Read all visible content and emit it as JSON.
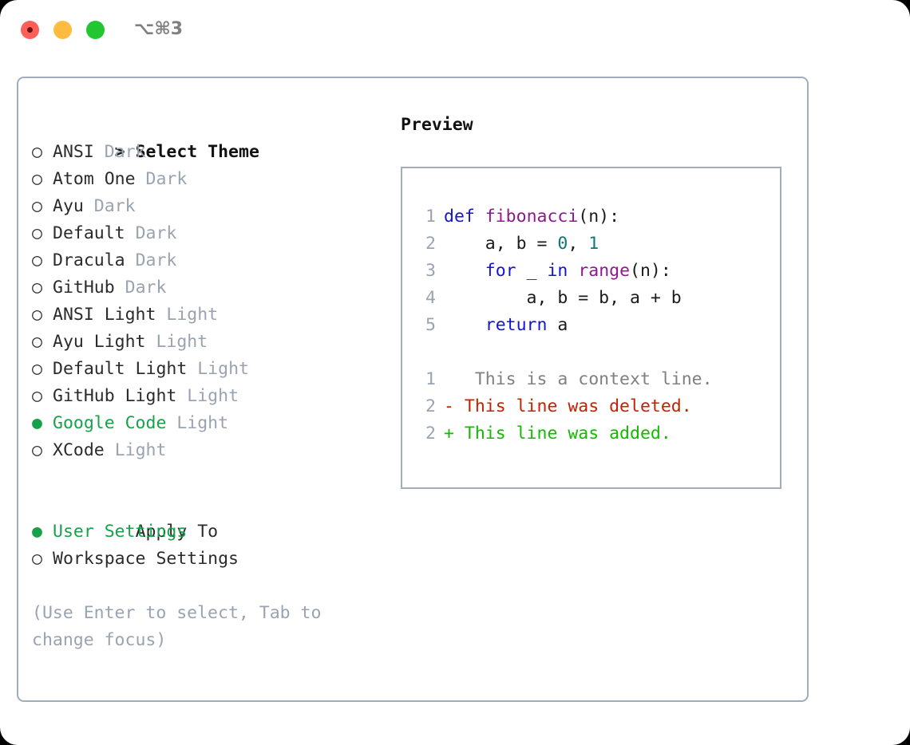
{
  "titlebar": {
    "shortcut": "⌥⌘3",
    "buttons": [
      {
        "name": "close",
        "color": "#fc6058"
      },
      {
        "name": "minimize",
        "color": "#fdbc40"
      },
      {
        "name": "maximize",
        "color": "#23c530"
      }
    ]
  },
  "theme_list": {
    "header_marker": ">",
    "header_label": "Select Theme",
    "marker_selected": "●",
    "marker_unselected": "○",
    "items": [
      {
        "name": "ANSI",
        "variant": "Dark",
        "selected": false
      },
      {
        "name": "Atom One",
        "variant": "Dark",
        "selected": false
      },
      {
        "name": "Ayu",
        "variant": "Dark",
        "selected": false
      },
      {
        "name": "Default",
        "variant": "Dark",
        "selected": false
      },
      {
        "name": "Dracula",
        "variant": "Dark",
        "selected": false
      },
      {
        "name": "GitHub",
        "variant": "Dark",
        "selected": false
      },
      {
        "name": "ANSI Light",
        "variant": "Light",
        "selected": false
      },
      {
        "name": "Ayu Light",
        "variant": "Light",
        "selected": false
      },
      {
        "name": "Default Light",
        "variant": "Light",
        "selected": false
      },
      {
        "name": "GitHub Light",
        "variant": "Light",
        "selected": false
      },
      {
        "name": "Google Code",
        "variant": "Light",
        "selected": true
      },
      {
        "name": "XCode",
        "variant": "Light",
        "selected": false
      }
    ]
  },
  "apply_to": {
    "header_label": "Apply To",
    "items": [
      {
        "name": "User Settings",
        "selected": true
      },
      {
        "name": "Workspace Settings",
        "selected": false
      }
    ]
  },
  "hint": "(Use Enter to select, Tab to change focus)",
  "preview": {
    "title": "Preview",
    "code_lines": [
      {
        "number": "1",
        "tokens": [
          {
            "t": "def",
            "c": "kw"
          },
          {
            "t": " ",
            "c": "pl"
          },
          {
            "t": "fibonacci",
            "c": "fn"
          },
          {
            "t": "(n):",
            "c": "pl"
          }
        ]
      },
      {
        "number": "2",
        "tokens": [
          {
            "t": "    a, b = ",
            "c": "pl"
          },
          {
            "t": "0",
            "c": "num"
          },
          {
            "t": ", ",
            "c": "pl"
          },
          {
            "t": "1",
            "c": "num"
          }
        ]
      },
      {
        "number": "3",
        "tokens": [
          {
            "t": "    ",
            "c": "pl"
          },
          {
            "t": "for",
            "c": "kw"
          },
          {
            "t": " _ ",
            "c": "pl"
          },
          {
            "t": "in",
            "c": "kw"
          },
          {
            "t": " ",
            "c": "pl"
          },
          {
            "t": "range",
            "c": "fn"
          },
          {
            "t": "(n):",
            "c": "pl"
          }
        ]
      },
      {
        "number": "4",
        "tokens": [
          {
            "t": "        a, b = b, a + b",
            "c": "pl"
          }
        ]
      },
      {
        "number": "5",
        "tokens": [
          {
            "t": "    ",
            "c": "pl"
          },
          {
            "t": "return",
            "c": "kw"
          },
          {
            "t": " a",
            "c": "pl"
          }
        ]
      }
    ],
    "diff_lines": [
      {
        "number": "1",
        "sign": " ",
        "text": "  This is a context line.",
        "kind": "ctx"
      },
      {
        "number": "2",
        "sign": "-",
        "text": " This line was deleted.",
        "kind": "del"
      },
      {
        "number": "2",
        "sign": "+",
        "text": " This line was added.",
        "kind": "add"
      }
    ]
  },
  "colors": {
    "selected_green": "#17a249",
    "diff_add_green": "#11bb00",
    "diff_del_red": "#c62000",
    "keyword_blue": "#1414d2",
    "function_purple": "#8c1a8c",
    "number_teal": "#0b7a75",
    "muted_gray": "#9aa3b0",
    "border_gray": "#a3acbb"
  }
}
